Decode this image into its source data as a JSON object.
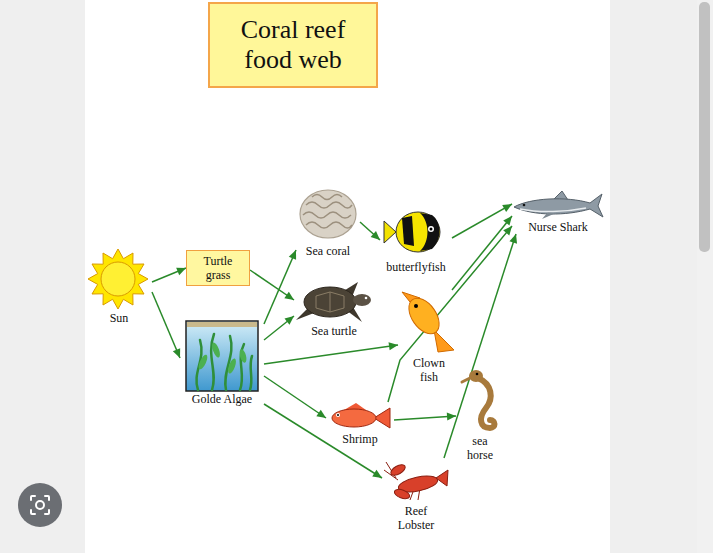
{
  "diagram": {
    "title": "Coral reef food web",
    "nodes": [
      {
        "text": [
          "Sun"
        ]
      },
      {
        "text": [
          "Turtle grass"
        ]
      },
      {
        "text": [
          "Golde Algae"
        ]
      },
      {
        "text": [
          "Sea coral"
        ]
      },
      {
        "text": [
          "Sea turtle"
        ]
      },
      {
        "text": [
          "butterflyfish"
        ]
      },
      {
        "text": [
          "Clown fish"
        ]
      },
      {
        "text": [
          "Shrimp"
        ]
      },
      {
        "text": [
          "sea horse"
        ]
      },
      {
        "text": [
          "Reef Lobster"
        ]
      },
      {
        "text": [
          "Nurse Shark"
        ]
      }
    ],
    "edges": [
      {
        "from": 0,
        "to": 1,
        "arrow": "to"
      },
      {
        "from": 0,
        "to": 2,
        "arrow": "to"
      },
      {
        "from": 1,
        "to": 4,
        "arrow": "to"
      },
      {
        "from": 2,
        "to": 3,
        "arrow": "to"
      },
      {
        "from": 2,
        "to": 4,
        "arrow": "to"
      },
      {
        "from": 2,
        "to": 6,
        "arrow": "to"
      },
      {
        "from": 2,
        "to": 7,
        "arrow": "to"
      },
      {
        "from": 2,
        "to": 9,
        "arrow": "to"
      },
      {
        "from": 3,
        "to": 5,
        "arrow": "to"
      },
      {
        "from": 5,
        "to": 10,
        "arrow": "to"
      },
      {
        "from": 6,
        "to": 10,
        "arrow": "to"
      },
      {
        "from": 7,
        "to": 10,
        "arrow": "to"
      },
      {
        "from": 7,
        "to": 8,
        "arrow": "to"
      },
      {
        "from": 9,
        "to": 10,
        "arrow": "to"
      }
    ]
  }
}
